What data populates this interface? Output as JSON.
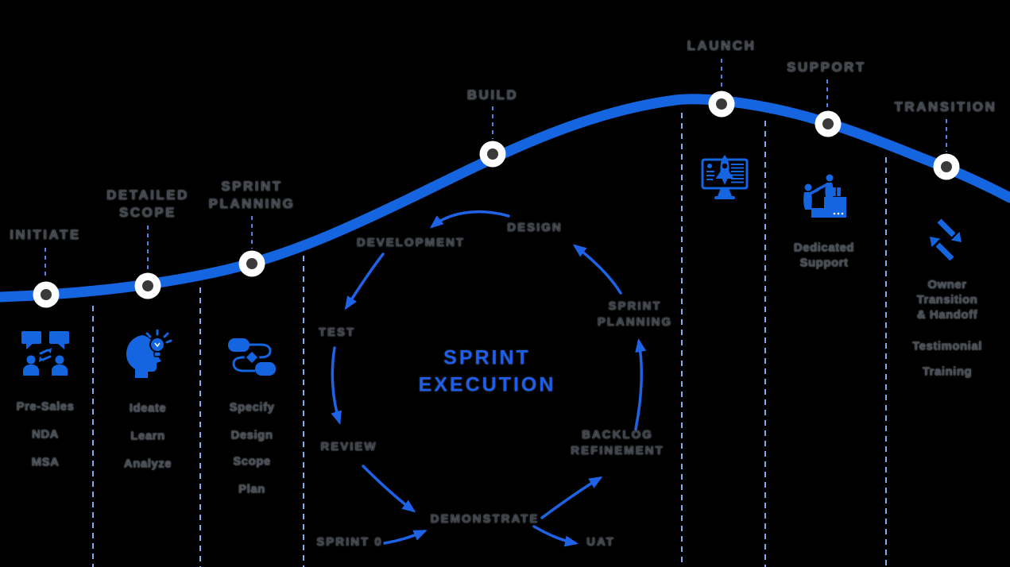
{
  "colors": {
    "curve_blue": "#1565e0",
    "arrow_blue": "#1e62e6",
    "cycle_title_blue": "#1e5eea",
    "label_gray": "#3f4650",
    "separator_dash_blue": "#85abee",
    "connector_dash_blue": "#4d84e8",
    "milestone_inner_gray": "#3a3a3a"
  },
  "phases": [
    {
      "label": "INITIATE"
    },
    {
      "label": "DETAILED SCOPE"
    },
    {
      "label": "SPRINT PLANNING"
    },
    {
      "label": "BUILD"
    },
    {
      "label": "LAUNCH"
    },
    {
      "label": "SUPPORT"
    },
    {
      "label": "TRANSITION"
    }
  ],
  "columns": {
    "initiate": {
      "icon": "discussion-icon",
      "items": [
        "Pre-Sales",
        "NDA",
        "MSA"
      ]
    },
    "detailed_scope": {
      "icon": "ideation-icon",
      "items": [
        "Ideate",
        "Learn",
        "Analyze"
      ]
    },
    "sprint_planning": {
      "icon": "workflow-icon",
      "items": [
        "Specify",
        "Design",
        "Scope",
        "Plan"
      ]
    },
    "launch": {
      "icon": "rocket-monitor-icon"
    },
    "support": {
      "icon": "helping-hand-icon",
      "caption": "Dedicated Support"
    },
    "transition": {
      "icon": "swap-arrows-icon",
      "items": [
        "Owner Transition & Handoff",
        "Testimonial",
        "Training"
      ]
    }
  },
  "cycle": {
    "title": "SPRINT EXECUTION",
    "nodes": {
      "design": "DESIGN",
      "development": "DEVELOPMENT",
      "test": "TEST",
      "review": "REVIEW",
      "demonstrate": "DEMONSTRATE",
      "uat": "UAT",
      "backlog_refinement": "BACKLOG REFINEMENT",
      "sprint_planning": "SPRINT PLANNING",
      "sprint_zero": "SPRINT 0"
    }
  }
}
